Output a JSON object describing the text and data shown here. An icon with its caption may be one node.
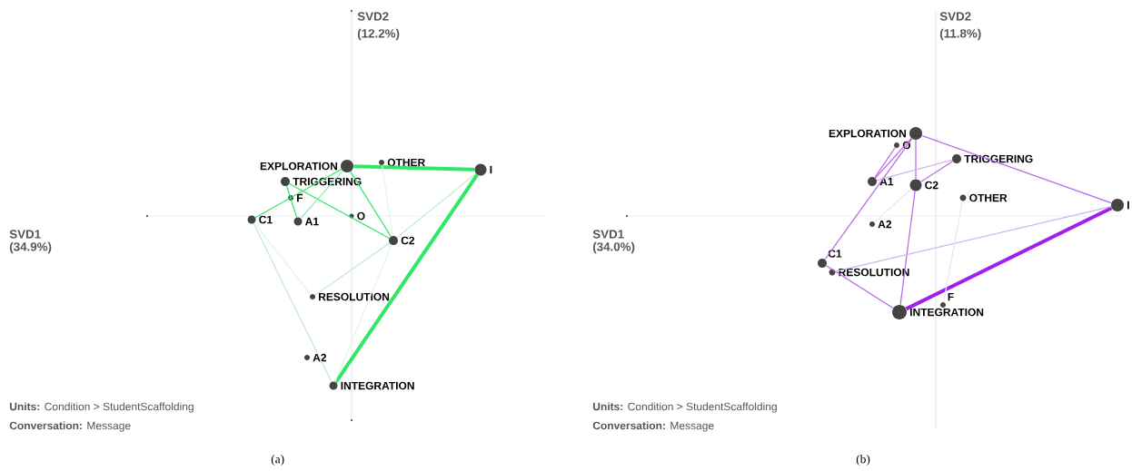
{
  "diagram": {
    "nodes": [
      {
        "text": [
          "EXPLORATION"
        ]
      },
      {
        "text": [
          "OTHER"
        ]
      },
      {
        "text": [
          "I"
        ]
      },
      {
        "text": [
          "TRIGGERING"
        ]
      },
      {
        "text": [
          "F"
        ]
      },
      {
        "text": [
          "C1"
        ]
      },
      {
        "text": [
          "A1"
        ]
      },
      {
        "text": [
          "O"
        ]
      },
      {
        "text": [
          "C2"
        ]
      },
      {
        "text": [
          "RESOLUTION"
        ]
      },
      {
        "text": [
          "A2"
        ]
      },
      {
        "text": [
          "INTEGRATION"
        ]
      },
      {
        "text": [
          "EXPLORATION"
        ]
      },
      {
        "text": [
          "O"
        ]
      },
      {
        "text": [
          "TRIGGERING"
        ]
      },
      {
        "text": [
          "A1"
        ]
      },
      {
        "text": [
          "C2"
        ]
      },
      {
        "text": [
          "OTHER"
        ]
      },
      {
        "text": [
          "I"
        ]
      },
      {
        "text": [
          "A2"
        ]
      },
      {
        "text": [
          "C1"
        ]
      },
      {
        "text": [
          "RESOLUTION"
        ]
      },
      {
        "text": [
          "F"
        ]
      },
      {
        "text": [
          "INTEGRATION"
        ]
      }
    ],
    "edges": [
      {
        "from": 0,
        "to": 2,
        "arrow": "none",
        "style": "thick",
        "color": "#2ee866"
      },
      {
        "from": 2,
        "to": 11,
        "arrow": "none",
        "style": "thick",
        "color": "#2ee866"
      },
      {
        "from": 0,
        "to": 8,
        "arrow": "none",
        "color": "#2ee866"
      },
      {
        "from": 3,
        "to": 8,
        "arrow": "none",
        "color": "#2ee866"
      },
      {
        "from": 3,
        "to": 6,
        "arrow": "none",
        "color": "#2ee866"
      },
      {
        "from": 5,
        "to": 0,
        "arrow": "none",
        "color": "#2ee866"
      },
      {
        "from": 6,
        "to": 0,
        "arrow": "none",
        "color": "#8fe8aa"
      },
      {
        "from": 5,
        "to": 11,
        "arrow": "none",
        "color": "#bfeccd"
      },
      {
        "from": 2,
        "to": 8,
        "arrow": "none",
        "color": "#bfeccd"
      },
      {
        "from": 8,
        "to": 9,
        "arrow": "none",
        "color": "#bfeccd"
      },
      {
        "from": 5,
        "to": 9,
        "arrow": "none",
        "color": "#dff5e6"
      },
      {
        "from": 1,
        "to": 8,
        "arrow": "none",
        "color": "#dff5e6"
      },
      {
        "from": 8,
        "to": 11,
        "arrow": "none",
        "color": "#dff5e6"
      },
      {
        "from": 12,
        "to": 18,
        "arrow": "none",
        "color": "#b465e8"
      },
      {
        "from": 12,
        "to": 15,
        "arrow": "none",
        "color": "#b465e8"
      },
      {
        "from": 13,
        "to": 15,
        "arrow": "none",
        "color": "#b465e8"
      },
      {
        "from": 12,
        "to": 20,
        "arrow": "none",
        "color": "#b465e8"
      },
      {
        "from": 12,
        "to": 16,
        "arrow": "none",
        "color": "#b465e8"
      },
      {
        "from": 16,
        "to": 23,
        "arrow": "none",
        "color": "#b465e8"
      },
      {
        "from": 14,
        "to": 16,
        "arrow": "none",
        "color": "#b465e8"
      },
      {
        "from": 14,
        "to": 15,
        "arrow": "none",
        "color": "#d3b0f0"
      },
      {
        "from": 20,
        "to": 23,
        "arrow": "none",
        "color": "#b465e8"
      },
      {
        "from": 18,
        "to": 23,
        "arrow": "none",
        "style": "thick",
        "color": "#a020f0"
      },
      {
        "from": 18,
        "to": 21,
        "arrow": "none",
        "color": "#d3b0f0"
      },
      {
        "from": 17,
        "to": 22,
        "arrow": "none",
        "color": "#ece4f5"
      },
      {
        "from": 16,
        "to": 19,
        "arrow": "none",
        "color": "#ece4f5"
      }
    ],
    "labels": [
      "SVD2",
      "(12.2%)",
      "SVD1",
      "(34.9%)",
      "**Units:** Condition > StudentScaffolding",
      "**Conversation:** Message",
      "(a)",
      "SVD2",
      "(11.8%)",
      "SVD1",
      "(34.0%)",
      "**Units:** Condition > StudentScaffolding",
      "**Conversation:** Message",
      "(b)"
    ]
  }
}
